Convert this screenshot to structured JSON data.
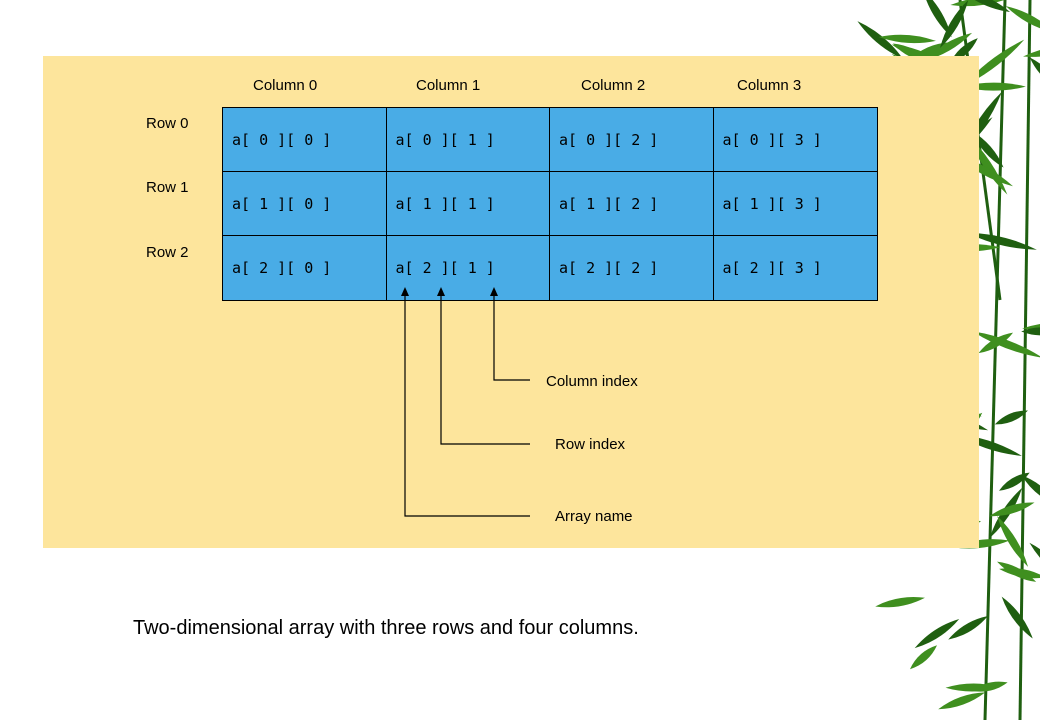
{
  "diagram": {
    "column_headers": [
      "Column 0",
      "Column 1",
      "Column 2",
      "Column 3"
    ],
    "row_headers": [
      "Row 0",
      "Row 1",
      "Row 2"
    ],
    "cells": [
      [
        "a[ 0 ][ 0 ]",
        "a[ 0 ][ 1 ]",
        "a[ 0 ][ 2 ]",
        "a[ 0 ][ 3 ]"
      ],
      [
        "a[ 1 ][ 0 ]",
        "a[ 1 ][ 1 ]",
        "a[ 1 ][ 2 ]",
        "a[ 1 ][ 3 ]"
      ],
      [
        "a[ 2 ][ 0 ]",
        "a[ 2 ][ 1 ]",
        "a[ 2 ][ 2 ]",
        "a[ 2 ][ 3 ]"
      ]
    ],
    "annotations": {
      "column_index": "Column index",
      "row_index": "Row index",
      "array_name": "Array name"
    }
  },
  "caption": "Two-dimensional array with three rows and four columns.",
  "colors": {
    "panel": "#fde59c",
    "cell": "#49ace6",
    "bamboo_leaf": "#3f8f1f",
    "bamboo_dark": "#1f5f10"
  },
  "decoration": {
    "right_border": "bamboo-leaves-image"
  }
}
